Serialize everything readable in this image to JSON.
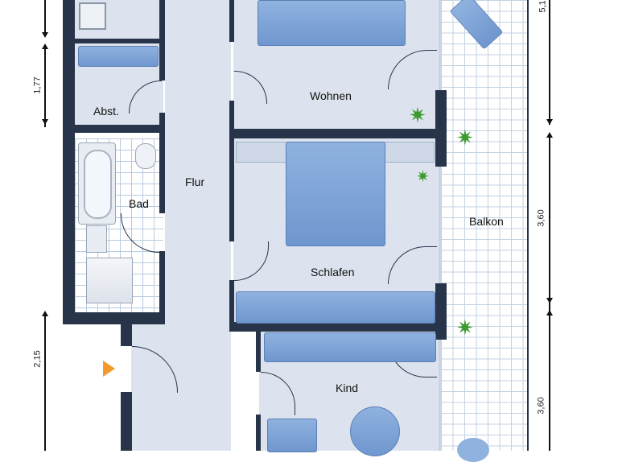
{
  "rooms": {
    "abst": "Abst.",
    "bad": "Bad",
    "flur": "Flur",
    "wohnen": "Wohnen",
    "schlafen": "Schlafen",
    "kind": "Kind",
    "balkon": "Balkon"
  },
  "dimensions": {
    "left": [
      "1,77",
      "2,15"
    ],
    "right": [
      "5,1",
      "3,60",
      "3,60"
    ]
  },
  "colors": {
    "wall": "#27344a",
    "floor": "#dde3ee",
    "furniture": "#7aa0d6",
    "entry_marker": "#f39a2b"
  },
  "icons": [
    "plant-icon",
    "entry-arrow-icon"
  ]
}
